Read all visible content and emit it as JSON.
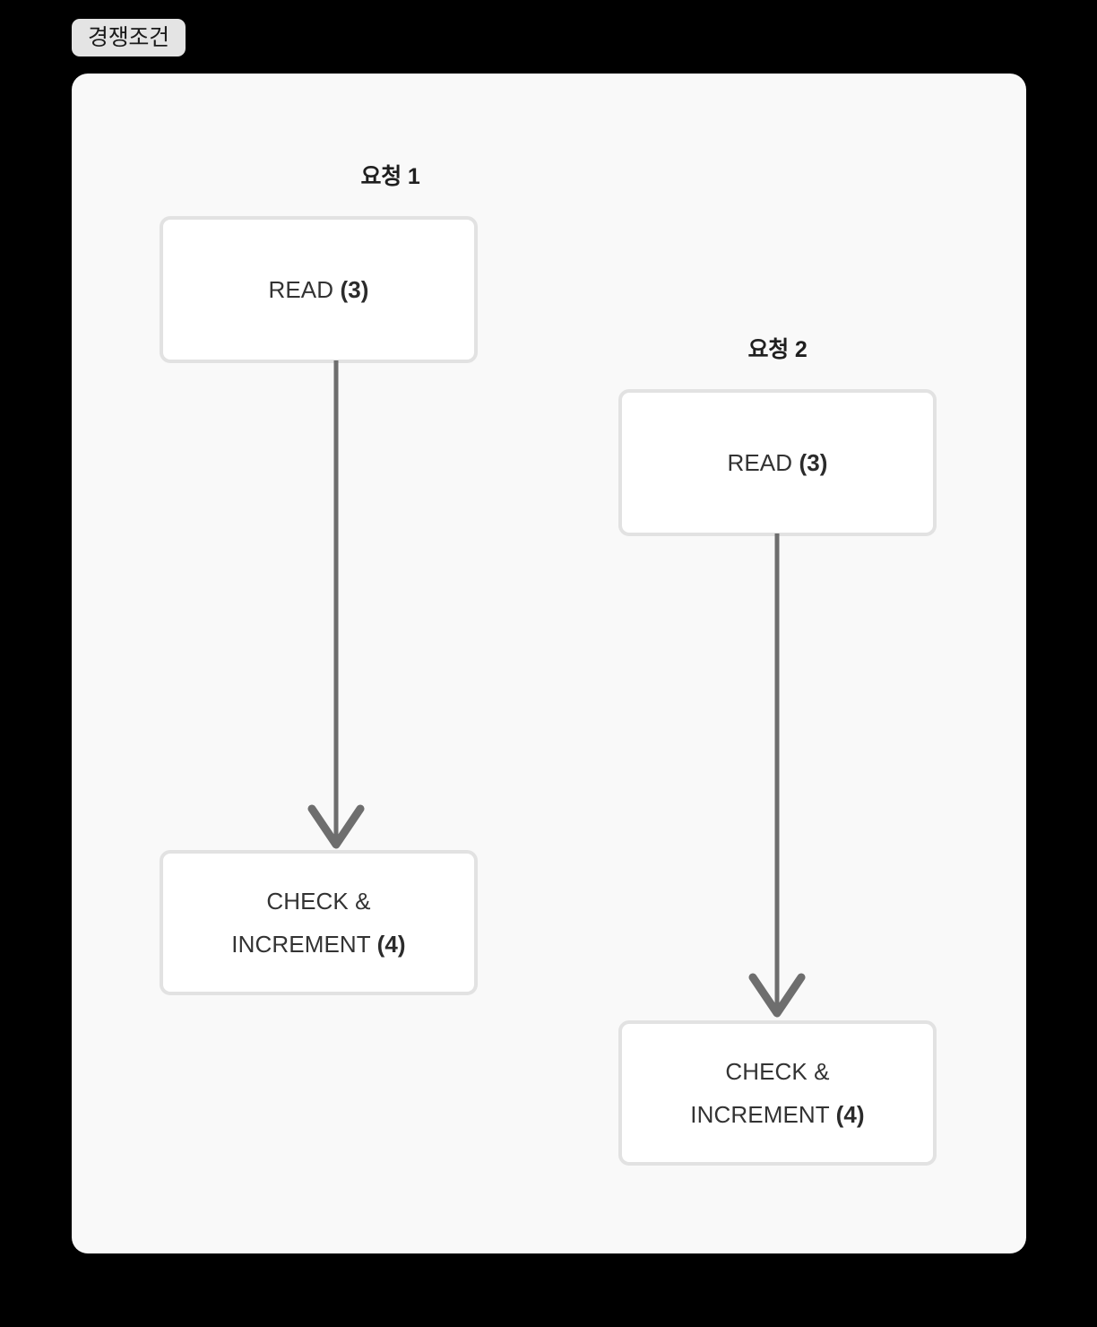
{
  "badge": {
    "label": "경쟁조건"
  },
  "panel": {
    "background_color": "#f9f9f9",
    "border_radius": "18px"
  },
  "colors": {
    "page_background": "#000000",
    "panel_background": "#f9f9f9",
    "node_fill": "#ffffff",
    "node_border": "#e2e2e2",
    "arrow": "#6e6e6e",
    "badge_fill": "#e4e4e4",
    "text": "#333333",
    "header_text": "#1f1f1f"
  },
  "columns": [
    {
      "id": "request-1",
      "header": "요청 1",
      "nodes": [
        {
          "id": "read-1",
          "text_plain": "READ",
          "value": "(3)"
        },
        {
          "id": "check-increment-1",
          "text_plain_line1": "CHECK &",
          "text_plain_line2": "INCREMENT",
          "value": "(4)"
        }
      ],
      "arrow": {
        "from": "read-1",
        "to": "check-increment-1",
        "direction": "down"
      }
    },
    {
      "id": "request-2",
      "header": "요청 2",
      "nodes": [
        {
          "id": "read-2",
          "text_plain": "READ",
          "value": "(3)"
        },
        {
          "id": "check-increment-2",
          "text_plain_line1": "CHECK &",
          "text_plain_line2": "INCREMENT",
          "value": "(4)"
        }
      ],
      "arrow": {
        "from": "read-2",
        "to": "check-increment-2",
        "direction": "down"
      }
    }
  ]
}
